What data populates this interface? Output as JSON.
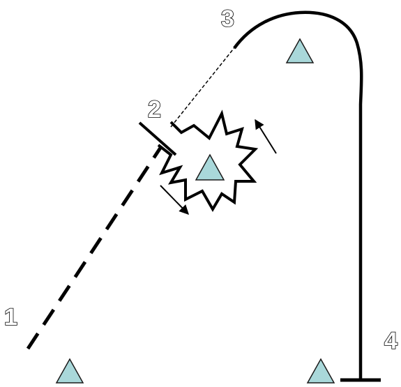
{
  "labels": {
    "one": "1",
    "two": "2",
    "three": "3",
    "four": "4"
  },
  "colors": {
    "triangle_fill": "#a9d8da",
    "stroke": "#000000",
    "background": "#ffffff"
  },
  "icons": {
    "markers": "triangle-icon",
    "arrows": "arrow-icon"
  }
}
